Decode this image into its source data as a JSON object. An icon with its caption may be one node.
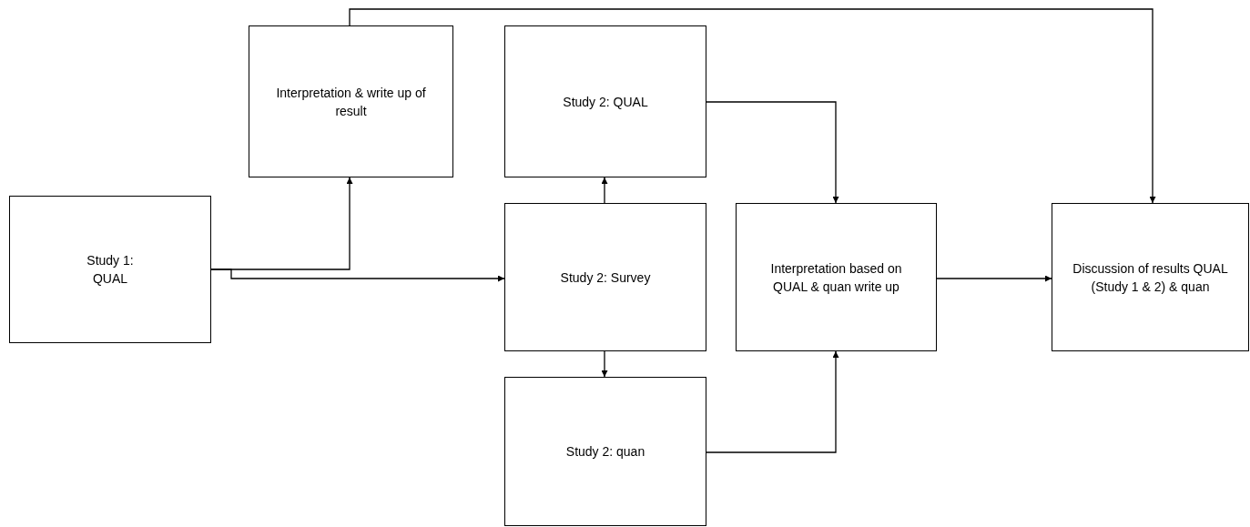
{
  "diagram": {
    "nodes": [
      {
        "text": [
          "Study 1: QUAL"
        ]
      },
      {
        "text": [
          "Interpretation & write up of result"
        ]
      },
      {
        "text": [
          "Study 2: QUAL"
        ]
      },
      {
        "text": [
          "Study 2: Survey"
        ]
      },
      {
        "text": [
          "Study 2: quan"
        ]
      },
      {
        "text": [
          "Interpretation based on QUAL & quan write up"
        ]
      },
      {
        "text": [
          "Discussion of results QUAL (Study 1 & 2) & quan"
        ]
      }
    ],
    "edges": [
      {
        "from": 0,
        "to": 1,
        "arrow": "to"
      },
      {
        "from": 0,
        "to": 3,
        "arrow": "to"
      },
      {
        "from": 3,
        "to": 2,
        "arrow": "to"
      },
      {
        "from": 3,
        "to": 4,
        "arrow": "to"
      },
      {
        "from": 2,
        "to": 5,
        "arrow": "to"
      },
      {
        "from": 4,
        "to": 5,
        "arrow": "to"
      },
      {
        "from": 5,
        "to": 6,
        "arrow": "to"
      },
      {
        "from": 1,
        "to": 6,
        "arrow": "to"
      }
    ]
  }
}
